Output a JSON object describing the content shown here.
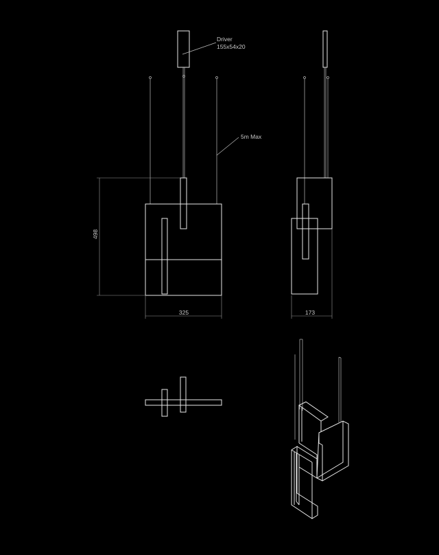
{
  "annotations": {
    "driver_label": "Driver",
    "driver_size": "155x54x20",
    "cable_label": "5m Max"
  },
  "dimensions": {
    "front_height": "498",
    "front_width": "325",
    "side_width": "173"
  },
  "colors": {
    "background": "#000000",
    "line": "#e8e8e8"
  }
}
